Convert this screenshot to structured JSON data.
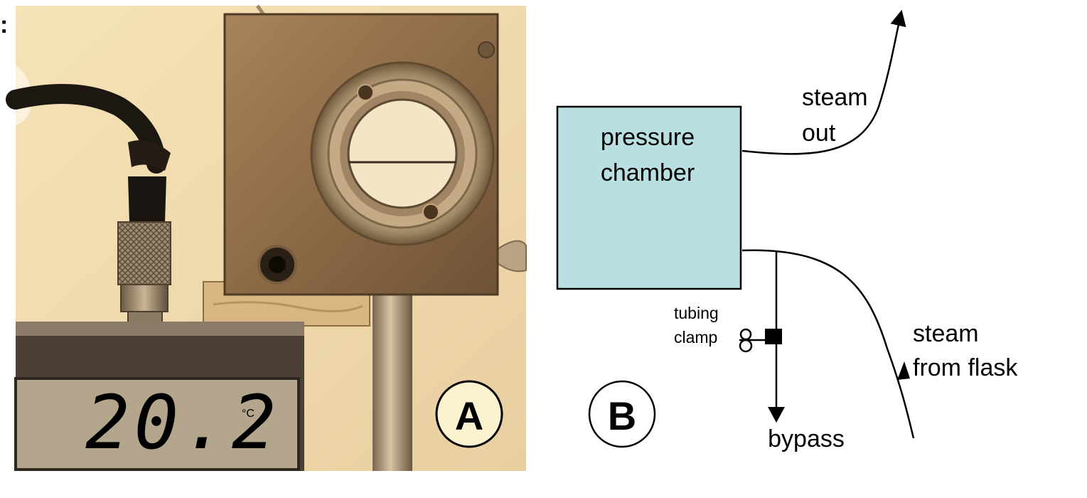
{
  "corner_mark": ":",
  "photo_panel": {
    "display_reading": "20.2",
    "display_unit": "°C",
    "panel_label": "A"
  },
  "schematic_panel": {
    "panel_label": "B",
    "chamber_label_line1": "pressure",
    "chamber_label_line2": "chamber",
    "steam_out_line1": "steam",
    "steam_out_line2": "out",
    "steam_in_line1": "steam",
    "steam_in_line2": "from flask",
    "clamp_label_line1": "tubing",
    "clamp_label_line2": "clamp",
    "bypass_label": "bypass",
    "chamber_color": "#b8e0e2"
  },
  "colors": {
    "photo_background": "#f2dcae",
    "chamber_fill": "#b8e0e2",
    "line": "#000000"
  }
}
